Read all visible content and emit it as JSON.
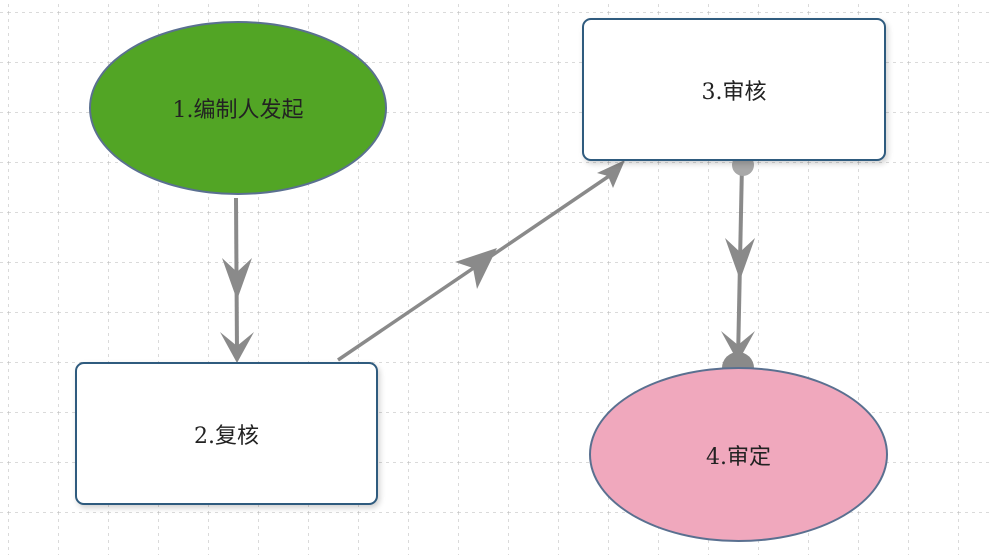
{
  "diagram": {
    "nodes": [
      {
        "id": "n1",
        "label": "1.编制人发起",
        "shape": "ellipse",
        "fill": "#52a525"
      },
      {
        "id": "n2",
        "label": "2.复核",
        "shape": "rectangle",
        "fill": "#ffffff"
      },
      {
        "id": "n3",
        "label": "3.审核",
        "shape": "rectangle",
        "fill": "#ffffff"
      },
      {
        "id": "n4",
        "label": "4.审定",
        "shape": "ellipse",
        "fill": "#f0a8bd"
      }
    ],
    "edges": [
      {
        "from": "n1",
        "to": "n2"
      },
      {
        "from": "n2",
        "to": "n3"
      },
      {
        "from": "n3",
        "to": "n4"
      }
    ],
    "colors": {
      "edge": "#8a8a8a",
      "node_border": "#2f5b7e",
      "grid": "#bdbdbd"
    }
  }
}
